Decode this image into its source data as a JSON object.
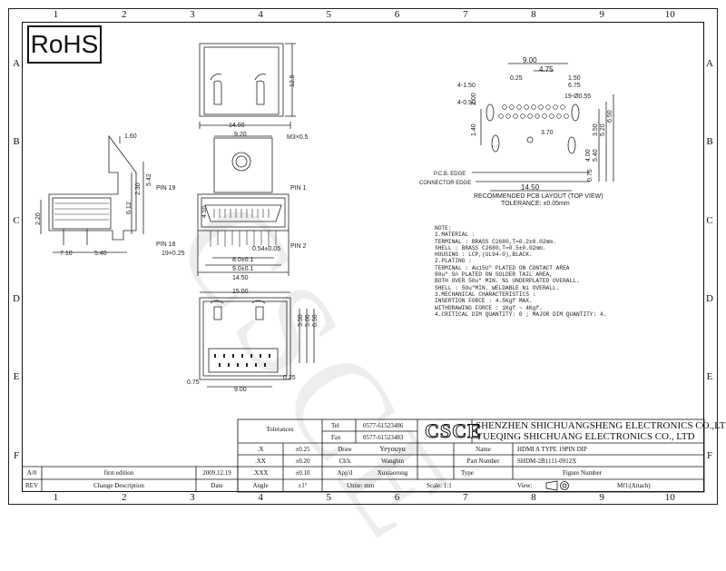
{
  "rohs_label": "RoHS",
  "columns": [
    "1",
    "2",
    "3",
    "4",
    "5",
    "6",
    "7",
    "8",
    "9",
    "10"
  ],
  "rows": [
    "A",
    "B",
    "C",
    "D",
    "E",
    "F"
  ],
  "watermark": "CSCE",
  "views": {
    "top": {
      "dim_height": "12.5"
    },
    "front": {
      "dims": [
        "14.00",
        "9.20",
        "M3×0.5",
        "4.55",
        "0.54",
        "0.05",
        "8.0",
        "9.0",
        "14.50"
      ],
      "pin_labels": [
        "PIN 19",
        "PIN 1",
        "PIN 18",
        "PIN 2"
      ],
      "pitch": "19×0.25"
    },
    "side": {
      "dims": [
        "1.60",
        "2.30",
        "5.42",
        "6.12",
        "2.20",
        "7.10",
        "5.40"
      ]
    },
    "bottom": {
      "dims": [
        "15.00",
        "3.50",
        "5.00",
        "6.50",
        "0.75",
        "9.00",
        "0.25"
      ]
    },
    "pcb_layout": {
      "dims": [
        "9.00",
        "4.75",
        "0.25",
        "1.50",
        "6.75",
        "4-1.50",
        "4-0.90",
        "19-Ø0.55",
        "3.70",
        "2.00",
        "1.40",
        "3.50",
        "5.20",
        "6.50",
        "4.00",
        "5.40",
        "0.75",
        "14.50"
      ],
      "edges": [
        "P.C.B. EDGE",
        "CONNECTOR EDGE"
      ],
      "caption": "RECOMMENDED PCB LAYOUT (TOP VIEW)",
      "tolerance": "TOLERANCE: ±0.05mm"
    }
  },
  "notes": [
    "NOTE:",
    "1.MATERIAL :",
    "  TERMINAL : BRASS C2680,T=0.2±0.02mm.",
    "  SHELL : BRASS C2680,T=0.5±0.02mm.",
    "  HOUSING : LCP,(UL94-0),BLACK.",
    "2.PLATING :",
    "  TERMINAL : Au15U\" PLATED ON CONTACT AREA",
    "             80u\" Sn PLATED ON SOLDER TAIL AREA,",
    "             BOTH OVER 50u\" MIN. Ni UNDERPLATED OVERALL.",
    "  SHELL : 50u\"MIN. WELDABLE Ni OVERALL.",
    "3.MECHANICAL CHARACTERISTICS :",
    "  INSERTION FORCE : 4.5Kgf MAX.",
    "  WITHDRAWING FORCE : 1Kgf ~ 4Kgf.",
    "4.CRITICAL DIM QUANTITY: 0 ; MAJOR DIM QUANTITY: 4."
  ],
  "title_block": {
    "tolerances_label": "Tolerances",
    "tol_rows": [
      {
        "key": ".X",
        "val": "±0.25"
      },
      {
        "key": ".XX",
        "val": "±0.20"
      },
      {
        "key": ".XXX",
        "val": "±0.10"
      },
      {
        "key": "Angle",
        "val": "±1°"
      }
    ],
    "tel_label": "Tel",
    "tel": "0577-61523486",
    "fax_label": "Fax",
    "fax": "0577-61523483",
    "logo": "CSCE",
    "company_line1": "SHENZHEN SHICHUANGSHENG ELECTRONICS CO.,LTD",
    "company_line2": "YUEQING SHICHUANG ELECTRONICS CO., LTD",
    "draw_label": "Draw",
    "draw": "Yeyouyu",
    "chk_label": "Ch'k",
    "chk": "Wangbin",
    "appd_label": "App'd",
    "appd": "Xuxiaorong",
    "name_label": "Name",
    "name": "HDMI A TYPE 19PIN DIP",
    "part_label": "Part Number",
    "part": "SHDM-2B1111-0912X",
    "type_label": "Type",
    "figure_label": "Figure Number",
    "units": "Unite: mm",
    "scale": "Scale: 1:1",
    "view": "View:",
    "mt": "Mt'l:(Attach)",
    "rev_rows": [
      {
        "rev": "A/0",
        "desc": "first edition",
        "date": "2009.12.19"
      }
    ],
    "rev_label": "REV",
    "desc_label": "Change Description",
    "date_label": "Date"
  }
}
